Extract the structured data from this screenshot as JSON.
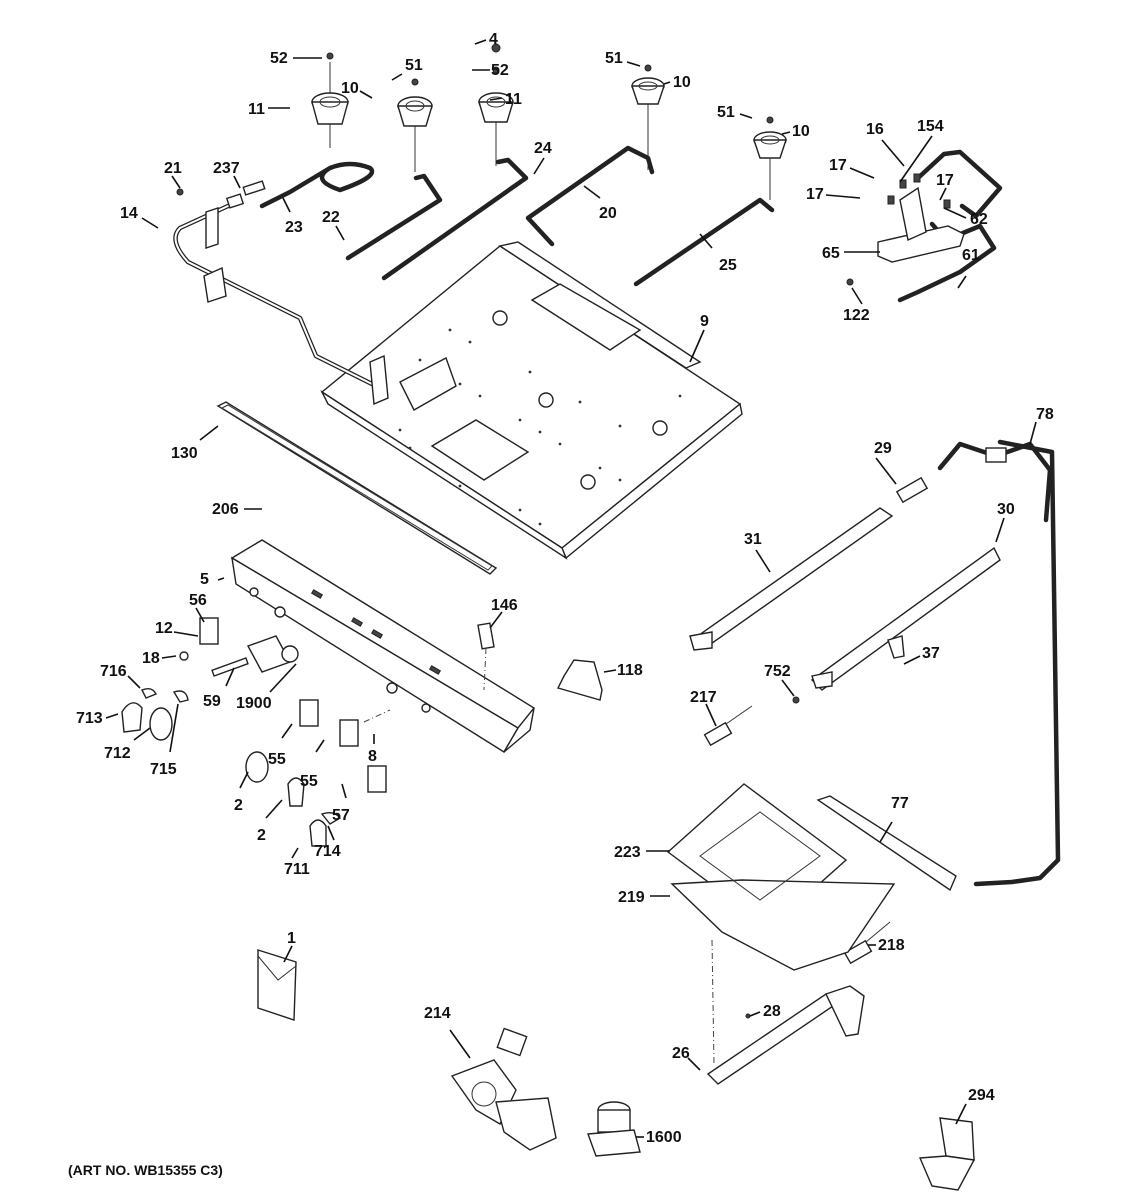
{
  "diagram": {
    "title": "Gas range burner & control assembly exploded parts diagram",
    "art_number": "(ART NO. WB15355 C3)",
    "callouts": [
      {
        "id": "c52a",
        "label": "52",
        "part": "burner cap screw"
      },
      {
        "id": "c11a",
        "label": "11",
        "part": "burner head"
      },
      {
        "id": "c10a",
        "label": "10",
        "part": "burner head"
      },
      {
        "id": "c51a",
        "label": "51",
        "part": "orifice"
      },
      {
        "id": "c4",
        "label": "4",
        "part": "nut"
      },
      {
        "id": "c52b",
        "label": "52",
        "part": "orifice"
      },
      {
        "id": "c11b",
        "label": "11",
        "part": "burner head"
      },
      {
        "id": "c51b",
        "label": "51",
        "part": "orifice"
      },
      {
        "id": "c10b",
        "label": "10",
        "part": "burner head"
      },
      {
        "id": "c51c",
        "label": "51",
        "part": "orifice"
      },
      {
        "id": "c10c",
        "label": "10",
        "part": "burner head"
      },
      {
        "id": "c16",
        "label": "16",
        "part": "orifice"
      },
      {
        "id": "c154",
        "label": "154",
        "part": "bracket"
      },
      {
        "id": "c17a",
        "label": "17",
        "part": "orifice"
      },
      {
        "id": "c17b",
        "label": "17",
        "part": "orifice"
      },
      {
        "id": "c17c",
        "label": "17",
        "part": "orifice"
      },
      {
        "id": "c62",
        "label": "62",
        "part": "tube"
      },
      {
        "id": "c65",
        "label": "65",
        "part": "manifold"
      },
      {
        "id": "c61",
        "label": "61",
        "part": "tube"
      },
      {
        "id": "c122",
        "label": "122",
        "part": "screw"
      },
      {
        "id": "c21",
        "label": "21",
        "part": "screw"
      },
      {
        "id": "c237",
        "label": "237",
        "part": "fitting"
      },
      {
        "id": "c14",
        "label": "14",
        "part": "manifold pipe"
      },
      {
        "id": "c23",
        "label": "23",
        "part": "tube"
      },
      {
        "id": "c22",
        "label": "22",
        "part": "tube"
      },
      {
        "id": "c24",
        "label": "24",
        "part": "tube"
      },
      {
        "id": "c20",
        "label": "20",
        "part": "tube"
      },
      {
        "id": "c25",
        "label": "25",
        "part": "tube"
      },
      {
        "id": "c9",
        "label": "9",
        "part": "burner box"
      },
      {
        "id": "c130",
        "label": "130",
        "part": "gasket"
      },
      {
        "id": "c206",
        "label": "206",
        "part": "screw"
      },
      {
        "id": "c5",
        "label": "5",
        "part": "manifold panel"
      },
      {
        "id": "c146",
        "label": "146",
        "part": "clip"
      },
      {
        "id": "c56",
        "label": "56",
        "part": "switch"
      },
      {
        "id": "c12",
        "label": "12",
        "part": "switch"
      },
      {
        "id": "c18",
        "label": "18",
        "part": "washer"
      },
      {
        "id": "c59",
        "label": "59",
        "part": "valve"
      },
      {
        "id": "c716",
        "label": "716",
        "part": "knob insert"
      },
      {
        "id": "c713",
        "label": "713",
        "part": "knob"
      },
      {
        "id": "c712",
        "label": "712",
        "part": "knob"
      },
      {
        "id": "c715",
        "label": "715",
        "part": "knob insert"
      },
      {
        "id": "c1900",
        "label": "1900",
        "part": "screw"
      },
      {
        "id": "c55a",
        "label": "55",
        "part": "switch"
      },
      {
        "id": "c55b",
        "label": "55",
        "part": "switch"
      },
      {
        "id": "c57",
        "label": "57",
        "part": "switch"
      },
      {
        "id": "c8",
        "label": "8",
        "part": "screw"
      },
      {
        "id": "c2a",
        "label": "2",
        "part": "knob"
      },
      {
        "id": "c2b",
        "label": "2",
        "part": "knob"
      },
      {
        "id": "c711",
        "label": "711",
        "part": "knob"
      },
      {
        "id": "c714",
        "label": "714",
        "part": "knob insert"
      },
      {
        "id": "c118",
        "label": "118",
        "part": "bracket"
      },
      {
        "id": "c78",
        "label": "78",
        "part": "tube"
      },
      {
        "id": "c29",
        "label": "29",
        "part": "orifice holder"
      },
      {
        "id": "c31",
        "label": "31",
        "part": "bake burner"
      },
      {
        "id": "c30",
        "label": "30",
        "part": "broil burner"
      },
      {
        "id": "c37",
        "label": "37",
        "part": "bracket"
      },
      {
        "id": "c752",
        "label": "752",
        "part": "screw"
      },
      {
        "id": "c217",
        "label": "217",
        "part": "igniter"
      },
      {
        "id": "c77",
        "label": "77",
        "part": "tube"
      },
      {
        "id": "c223",
        "label": "223",
        "part": "baffle"
      },
      {
        "id": "c219",
        "label": "219",
        "part": "baffle"
      },
      {
        "id": "c218",
        "label": "218",
        "part": "igniter"
      },
      {
        "id": "c28",
        "label": "28",
        "part": "screw"
      },
      {
        "id": "c26",
        "label": "26",
        "part": "burner"
      },
      {
        "id": "c1",
        "label": "1",
        "part": "literature envelope"
      },
      {
        "id": "c214",
        "label": "214",
        "part": "pressure regulator / valve"
      },
      {
        "id": "c1600",
        "label": "1600",
        "part": "safety valve"
      },
      {
        "id": "c294",
        "label": "294",
        "part": "bracket"
      }
    ]
  }
}
